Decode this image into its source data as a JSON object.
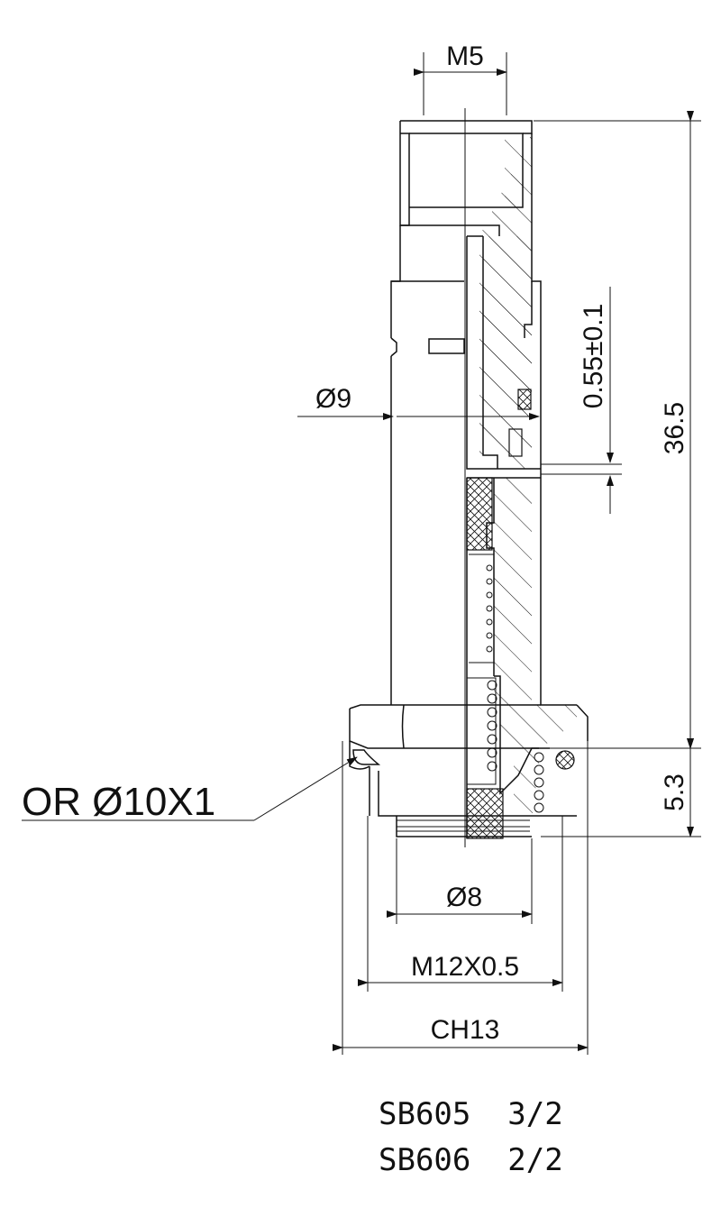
{
  "labels": {
    "m5": "M5",
    "phi9": "Ø9",
    "gap": "0.55±0.1",
    "len_total": "36.5",
    "len_short": "5.3",
    "oring": "OR Ø10X1",
    "phi8": "Ø8",
    "thread": "M12X0.5",
    "hex": "CH13"
  },
  "models": [
    "SB605  3/2",
    "SB606  2/2"
  ],
  "colors": {
    "line": "#111111",
    "background": "#ffffff"
  }
}
